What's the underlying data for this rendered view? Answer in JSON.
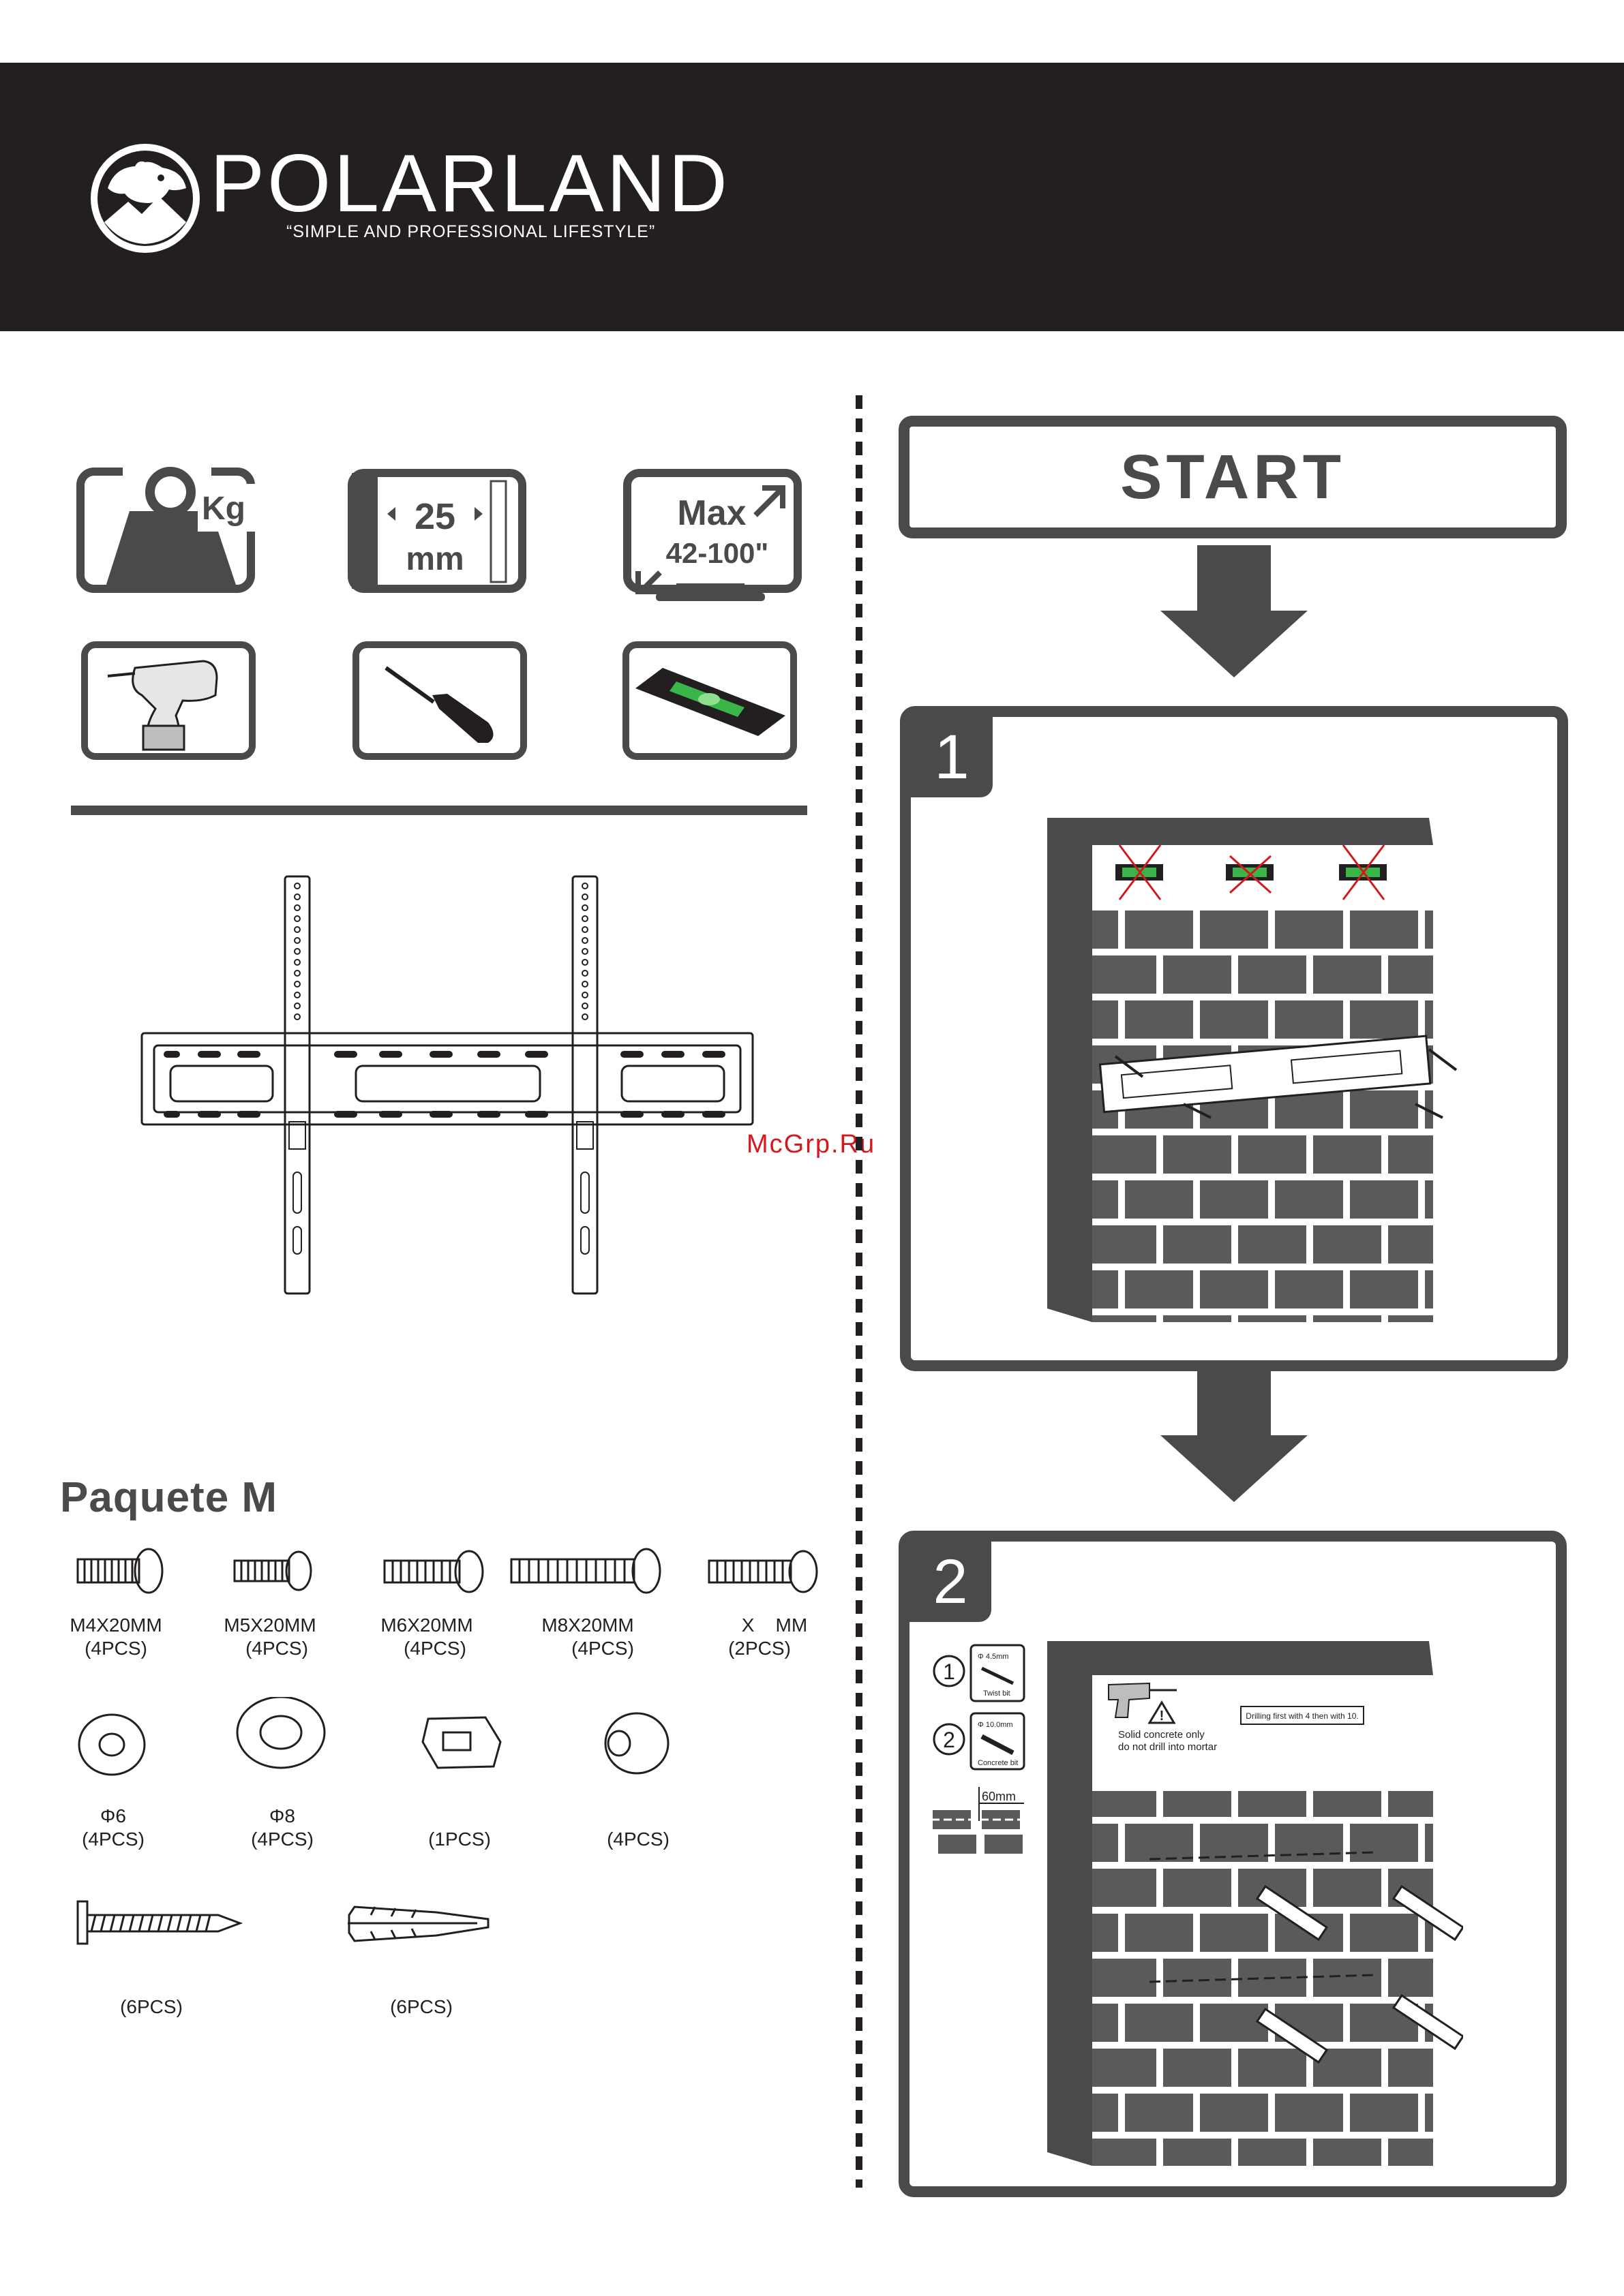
{
  "header": {
    "brand": "POLARLAND",
    "tagline": "“SIMPLE AND PROFESSIONAL LIFESTYLE”"
  },
  "specs": {
    "weight_unit": "Kg",
    "profile_value": "25",
    "profile_unit": "mm",
    "screen_max_label": "Max",
    "screen_range": "42-100\""
  },
  "icons": [
    "weight-icon",
    "wall-profile-icon",
    "screen-size-icon",
    "drill-icon",
    "screwdriver-icon",
    "spirit-level-icon"
  ],
  "package": {
    "title": "Paquete M",
    "bolts": [
      {
        "size": "M4X20MM",
        "qty": "(4PCS)"
      },
      {
        "size": "M5X20MM",
        "qty": "(4PCS)"
      },
      {
        "size": "M6X20MM",
        "qty": "(4PCS)"
      },
      {
        "size": "M8X20MM",
        "qty": "(4PCS)"
      },
      {
        "size": "X    MM",
        "qty": "(2PCS)"
      }
    ],
    "washers": [
      {
        "size": "Φ6",
        "qty": "(4PCS)"
      },
      {
        "size": "Φ8",
        "qty": "(4PCS)"
      },
      {
        "size": "",
        "qty": "(1PCS)"
      },
      {
        "size": "",
        "qty": "(4PCS)"
      }
    ],
    "anchors": [
      {
        "qty": "(6PCS)"
      },
      {
        "qty": "(6PCS)"
      }
    ]
  },
  "watermark": "McGrp.Ru",
  "steps": {
    "start": "START",
    "step1": {
      "number": "1"
    },
    "step2": {
      "number": "2",
      "bit1_size": "Φ 4.5mm",
      "bit1_name": "Twist bit",
      "bit2_size": "Φ 10.0mm",
      "bit2_name": "Concrete bit",
      "warning_line1": "Solid concrete only",
      "warning_line2": "do not drill into mortar",
      "drill_note": "Drilling first with 4 then with 10.",
      "depth": "60mm"
    }
  },
  "colors": {
    "dark": "#231f20",
    "gray": "#4a4a4d",
    "brick": "#5a5a5c",
    "level_green": "#3ab54a",
    "red": "#d3191c"
  }
}
